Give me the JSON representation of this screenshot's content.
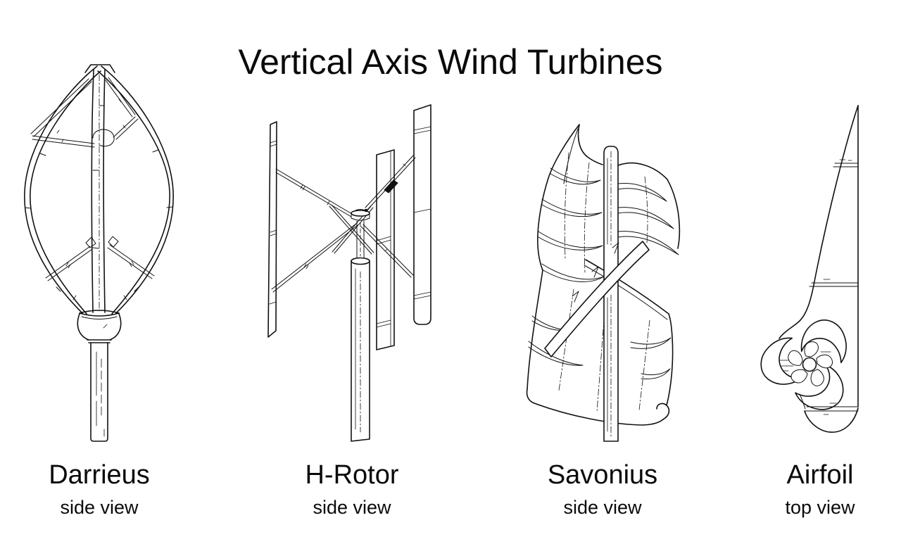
{
  "title": "Vertical Axis Wind Turbines",
  "figures": [
    {
      "id": "darrieus",
      "name": "Darrieus",
      "view": "side view"
    },
    {
      "id": "h-rotor",
      "name": "H-Rotor",
      "view": "side view"
    },
    {
      "id": "savonius",
      "name": "Savonius",
      "view": "side view"
    },
    {
      "id": "airfoil",
      "name": "Airfoil",
      "view": "top view"
    }
  ],
  "colors": {
    "background": "#ffffff",
    "line": "#111111",
    "text": "#0a0a0a"
  }
}
